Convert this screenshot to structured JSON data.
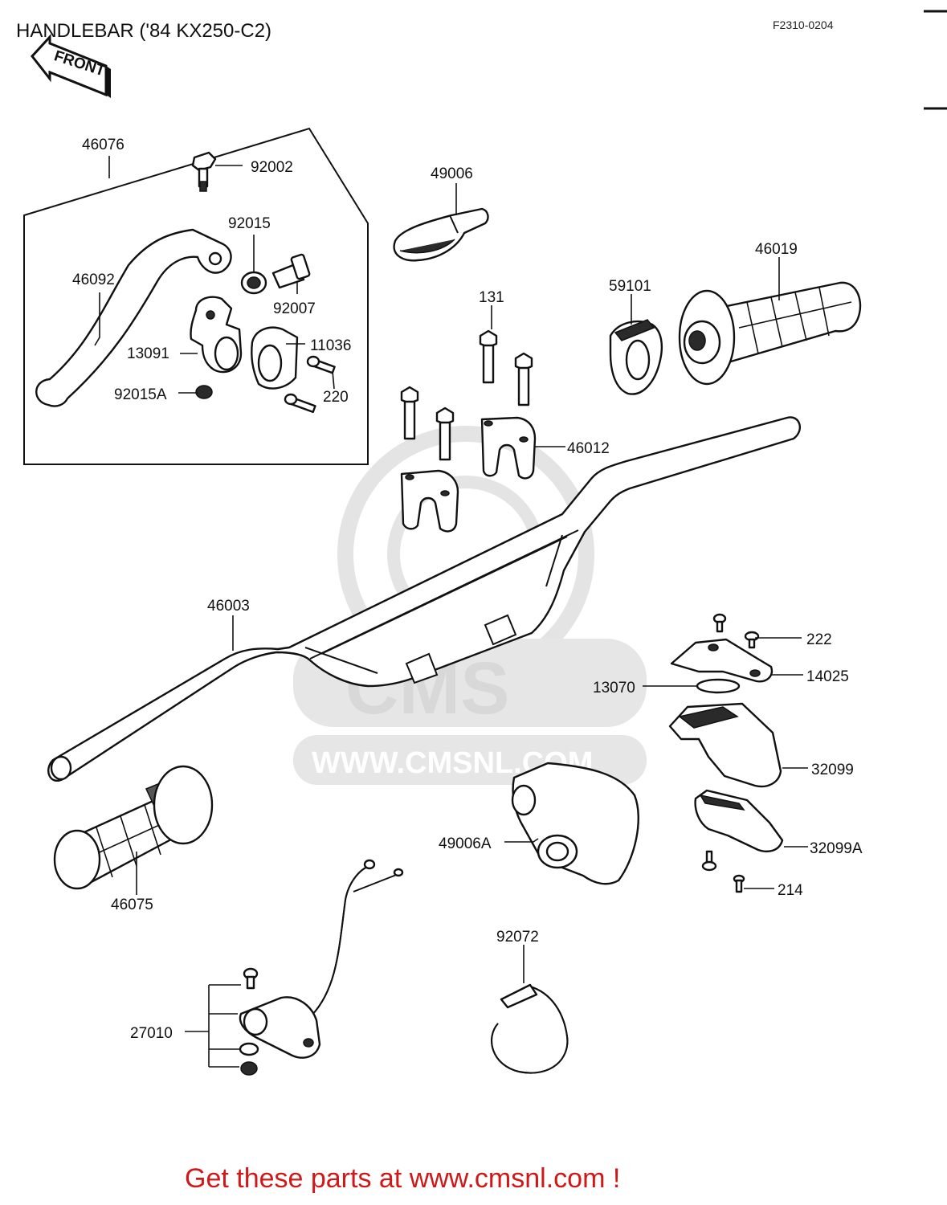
{
  "title": "HANDLEBAR ('84 KX250-C2)",
  "diagram_code": "F2310-0204",
  "front_label": "FRONT",
  "watermark": {
    "brand": "CMS",
    "url": "WWW.CMSNL.COM"
  },
  "parts": [
    {
      "id": "46076",
      "label": "46076"
    },
    {
      "id": "92002",
      "label": "92002"
    },
    {
      "id": "92015",
      "label": "92015"
    },
    {
      "id": "92007",
      "label": "92007"
    },
    {
      "id": "46092",
      "label": "46092"
    },
    {
      "id": "13091",
      "label": "13091"
    },
    {
      "id": "11036",
      "label": "11036"
    },
    {
      "id": "92015A",
      "label": "92015A"
    },
    {
      "id": "220",
      "label": "220"
    },
    {
      "id": "49006",
      "label": "49006"
    },
    {
      "id": "131",
      "label": "131"
    },
    {
      "id": "59101",
      "label": "59101"
    },
    {
      "id": "46019",
      "label": "46019"
    },
    {
      "id": "46012",
      "label": "46012"
    },
    {
      "id": "46003",
      "label": "46003"
    },
    {
      "id": "222",
      "label": "222"
    },
    {
      "id": "14025",
      "label": "14025"
    },
    {
      "id": "13070",
      "label": "13070"
    },
    {
      "id": "32099",
      "label": "32099"
    },
    {
      "id": "49006A",
      "label": "49006A"
    },
    {
      "id": "32099A",
      "label": "32099A"
    },
    {
      "id": "214",
      "label": "214"
    },
    {
      "id": "46075",
      "label": "46075"
    },
    {
      "id": "92072",
      "label": "92072"
    },
    {
      "id": "27010",
      "label": "27010"
    }
  ],
  "footer": "Get these parts at www.cmsnl.com !"
}
